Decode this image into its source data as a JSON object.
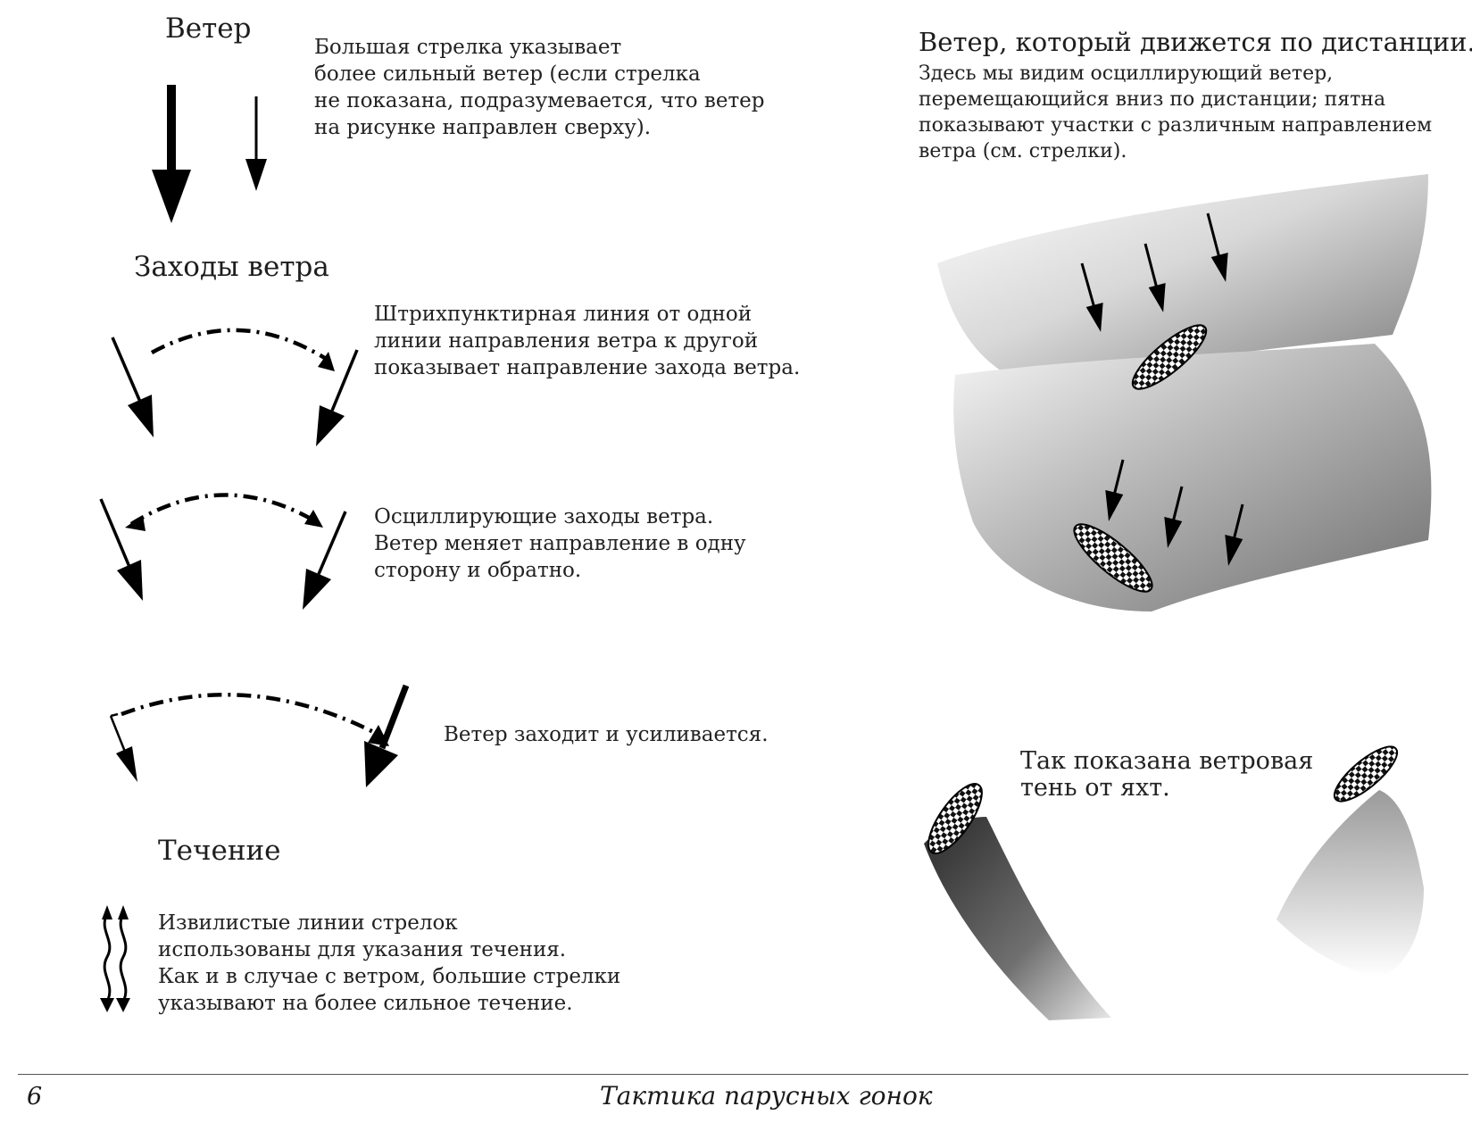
{
  "left": {
    "wind": {
      "heading": "Ветер",
      "lines": [
        "Большая стрелка указывает",
        "более сильный ветер (если стрелка",
        "не показана, подразумевается, что ветер",
        "на рисунке направлен сверху)."
      ]
    },
    "shifts": {
      "heading": "Заходы ветра",
      "dashed_lines": [
        "Штрихпунктирная линия от одной",
        "линии направления ветра к другой",
        "показывает направление захода ветра."
      ],
      "oscillating_lines": [
        "Осциллирующие заходы ветра.",
        "Ветер меняет направление в одну",
        "сторону и обратно."
      ],
      "veer_strengthen": "Ветер заходит и усиливается."
    },
    "current": {
      "heading": "Течение",
      "lines": [
        "Извилистые линии стрелок",
        "использованы для указания течения.",
        "Как и в случае с ветром, большие стрелки",
        "указывают на более сильное течение."
      ]
    }
  },
  "right": {
    "title": "Ветер, который движется по дистанции.",
    "lines": [
      "Здесь мы видим осциллирующий ветер,",
      "перемещающийся вниз по дистанции; пятна",
      "показывают участки с различным направлением",
      "ветра (см. стрелки)."
    ],
    "shadow_caption": [
      "Так показана ветровая",
      "тень от яхт."
    ]
  },
  "footer": {
    "page_number": "6",
    "running_title": "Тактика парусных гонок"
  }
}
